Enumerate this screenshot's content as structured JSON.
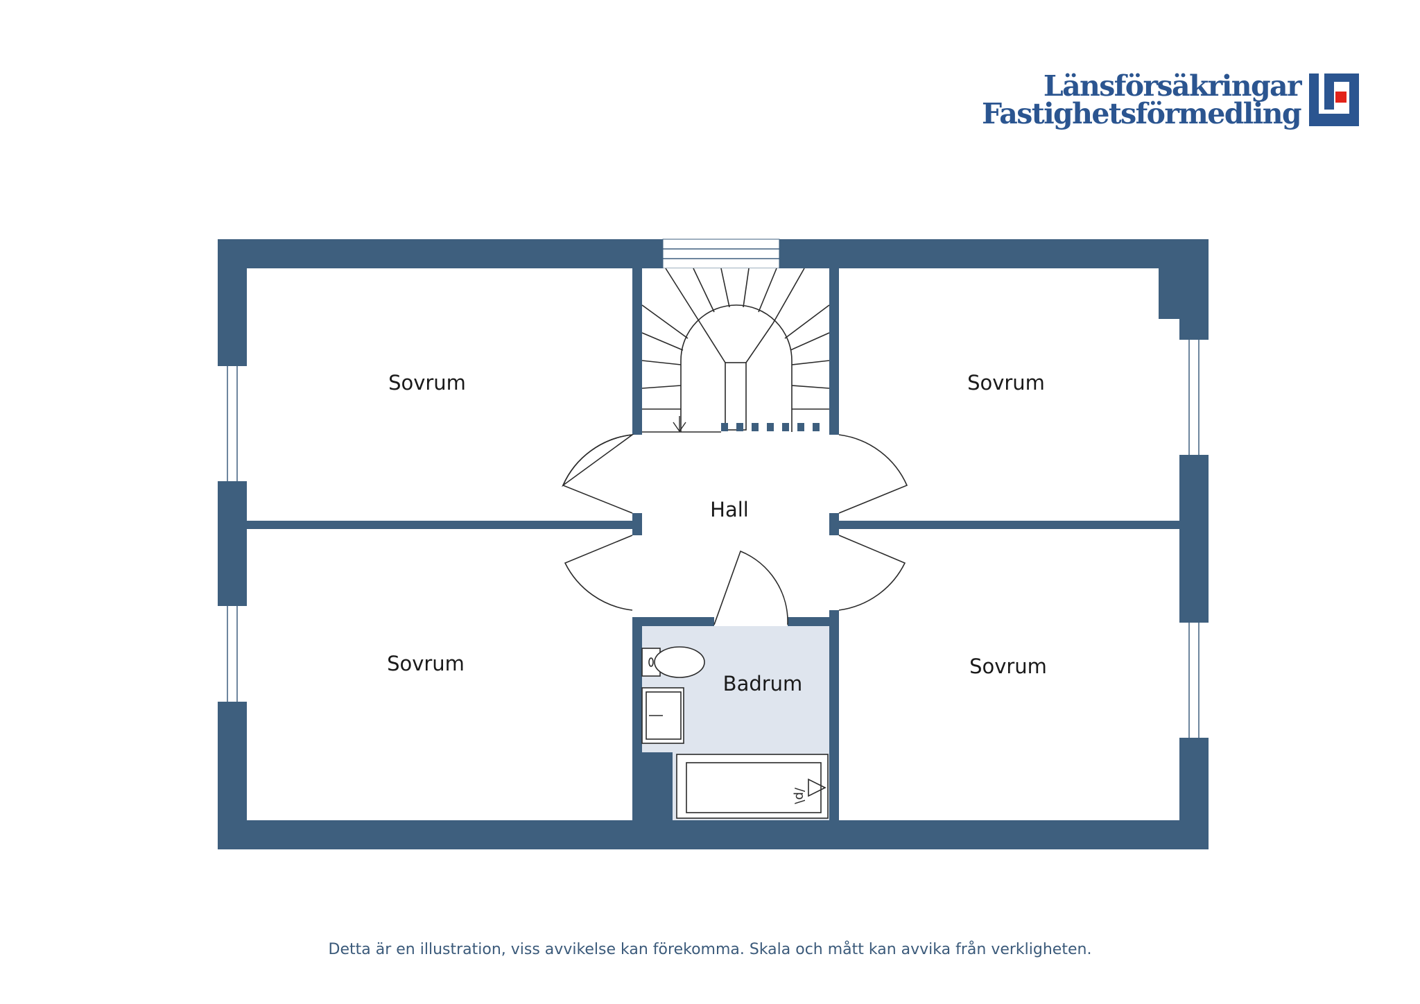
{
  "brand": {
    "line1": "Länsförsäkringar",
    "line2": "Fastighetsförmedling",
    "logo_colors": {
      "blue": "#2b5590",
      "red": "#e2231a"
    }
  },
  "rooms": {
    "bedroom_top_left": "Sovrum",
    "bedroom_top_right": "Sovrum",
    "bedroom_bottom_left": "Sovrum",
    "bedroom_bottom_right": "Sovrum",
    "hall": "Hall",
    "bathroom": "Badrum"
  },
  "colors": {
    "wall": "#3e5f7e",
    "bathroom_floor": "#dfe5ee",
    "line": "#2a2a2a"
  },
  "footer": {
    "disclaimer": "Detta är en illustration, viss avvikelse kan förekomma. Skala och mått kan avvika från verkligheten."
  }
}
